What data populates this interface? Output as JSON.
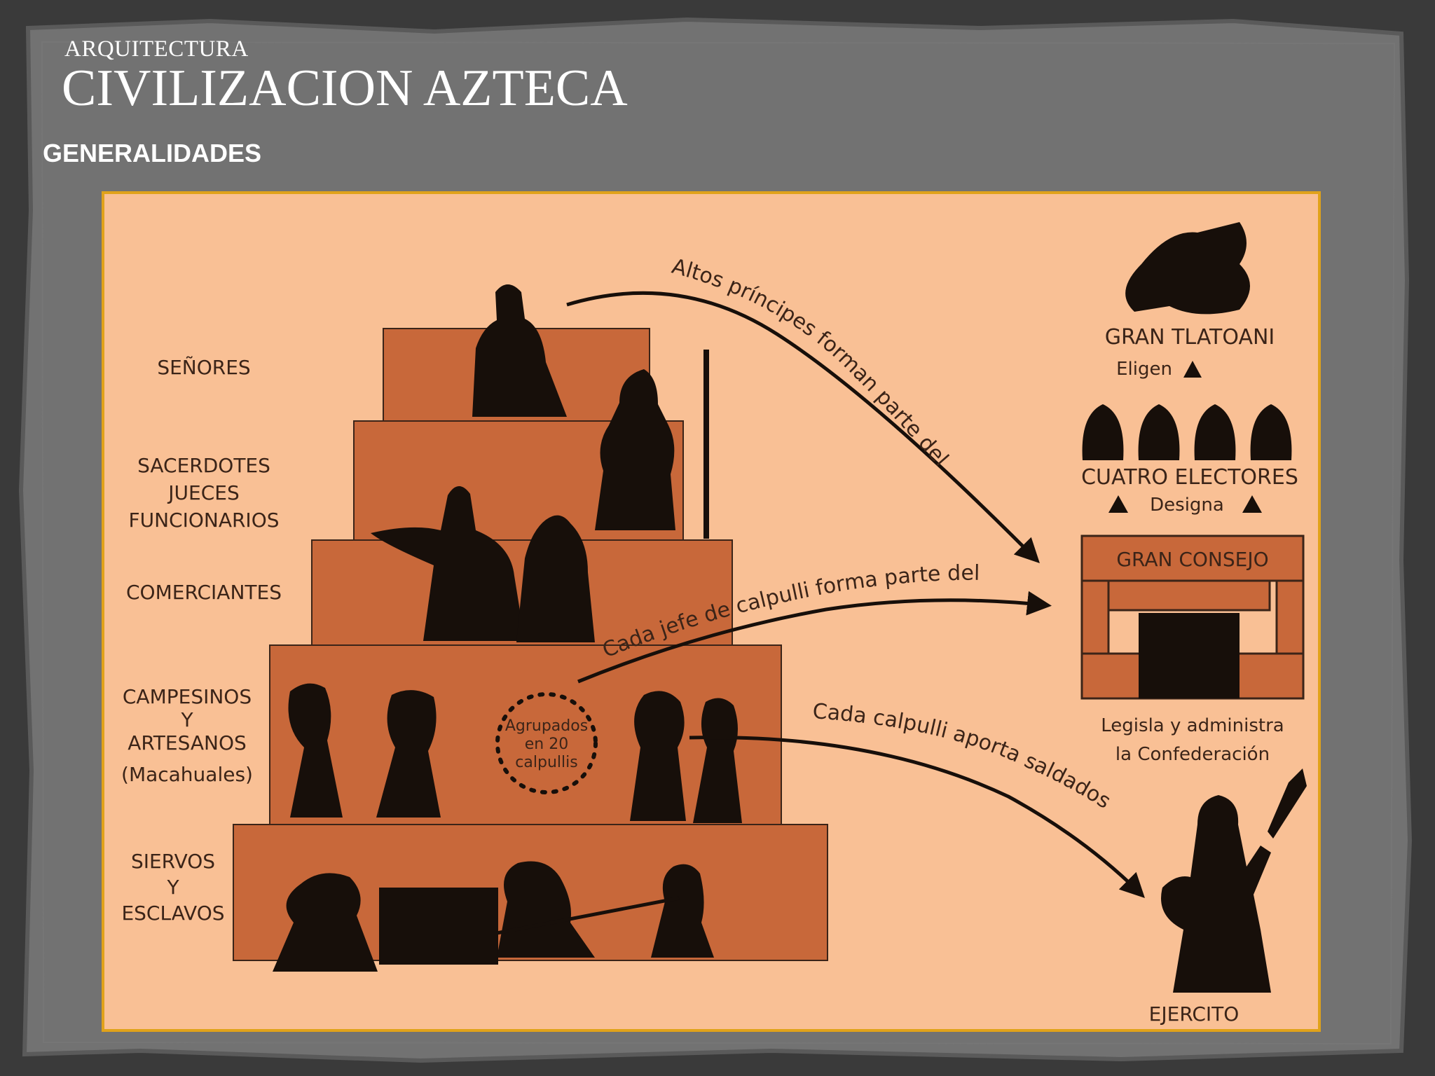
{
  "header": {
    "subtitle": "ARQUITECTURA",
    "title": "CIVILIZACION AZTECA",
    "section": "GENERALIDADES"
  },
  "pyramid": {
    "levels": [
      {
        "lines": [
          "SEÑORES"
        ]
      },
      {
        "lines": [
          "SACERDOTES",
          "JUECES",
          "FUNCIONARIOS"
        ]
      },
      {
        "lines": [
          "COMERCIANTES"
        ]
      },
      {
        "lines": [
          "CAMPESINOS",
          "Y",
          "ARTESANOS",
          "(Macahuales)"
        ]
      },
      {
        "lines": [
          "SIERVOS",
          "Y",
          "ESCLAVOS"
        ]
      }
    ],
    "calpulli_circle": [
      "Agrupados",
      "en 20",
      "calpullis"
    ]
  },
  "arrows": {
    "altos_principes": "Altos príncipes forman parte del",
    "jefe_calpulli": "Cada jefe de calpulli forma parte del",
    "calpulli_aporta": "Cada calpulli aporta saldados"
  },
  "government": {
    "tlatoani": "GRAN TLATOANI",
    "eligen": "Eligen",
    "electores": "CUATRO ELECTORES",
    "designa": "Designa",
    "consejo": "GRAN CONSEJO",
    "legisla_lines": [
      "Legisla y administra",
      "la Confederación"
    ],
    "ejercito": "EJERCITO"
  },
  "colors": {
    "panel_bg": "#f9c095",
    "step_fill": "#c8683a",
    "silhouette": "#170f0a",
    "panel_border": "#e0a21a"
  }
}
